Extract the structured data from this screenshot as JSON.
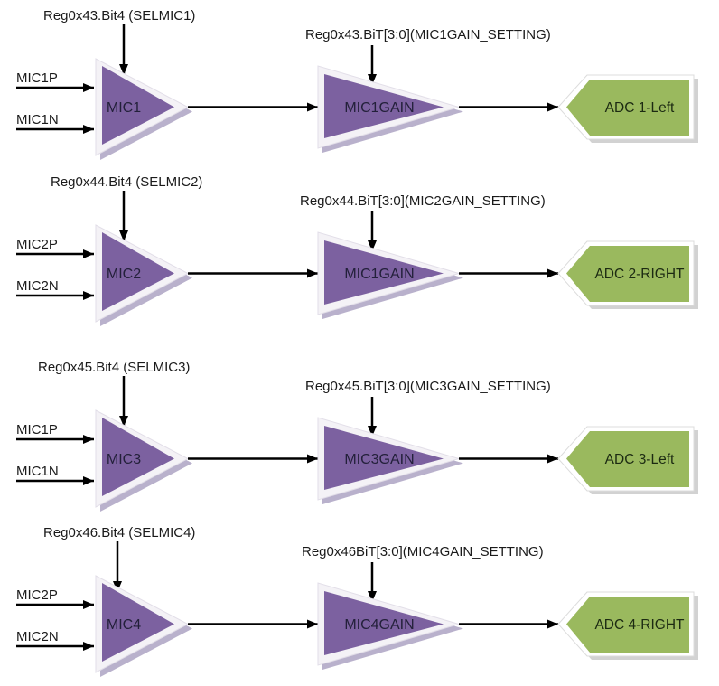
{
  "colors": {
    "background": "#ffffff",
    "amp_fill": "#7c61a0",
    "amp_shadow": "#b9b1cc",
    "amp_border": "#f4f2f6",
    "adc_fill": "#9ab95e",
    "adc_shadow": "#d2d2d2",
    "adc_border": "#ffffff",
    "line": "#000000",
    "text": "#1a1a1a"
  },
  "rows": [
    {
      "sel_annotation": "Reg0x43.Bit4 (SELMIC1)",
      "gain_annotation": "Reg0x43.BiT[3:0](MIC1GAIN_SETTING)",
      "input_p": "MIC1P",
      "input_n": "MIC1N",
      "mic_amp": "MIC1",
      "gain_amp": "MIC1GAIN",
      "adc": "ADC 1-Left"
    },
    {
      "sel_annotation": "Reg0x44.Bit4 (SELMIC2)",
      "gain_annotation": "Reg0x44.BiT[3:0](MIC2GAIN_SETTING)",
      "input_p": "MIC2P",
      "input_n": "MIC2N",
      "mic_amp": "MIC2",
      "gain_amp": "MIC1GAIN",
      "adc": "ADC 2-RIGHT"
    },
    {
      "sel_annotation": "Reg0x45.Bit4 (SELMIC3)",
      "gain_annotation": "Reg0x45.BiT[3:0](MIC3GAIN_SETTING)",
      "input_p": "MIC1P",
      "input_n": "MIC1N",
      "mic_amp": "MIC3",
      "gain_amp": "MIC3GAIN",
      "adc": "ADC 3-Left"
    },
    {
      "sel_annotation": "Reg0x46.Bit4 (SELMIC4)",
      "gain_annotation": "Reg0x46BiT[3:0](MIC4GAIN_SETTING)",
      "input_p": "MIC2P",
      "input_n": "MIC2N",
      "mic_amp": "MIC4",
      "gain_amp": "MIC4GAIN",
      "adc": "ADC 4-RIGHT"
    }
  ]
}
